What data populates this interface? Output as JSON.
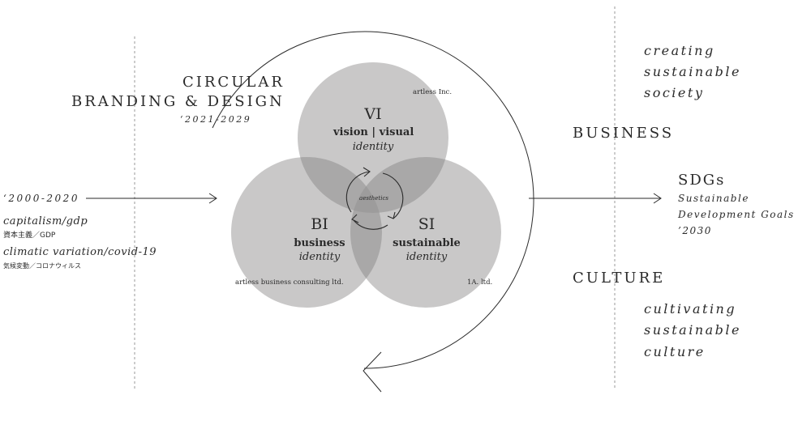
{
  "colors": {
    "ink": "#2a2a2a",
    "circle_fill": "#c9c8c8",
    "overlap_fill": "#a9a8a8",
    "center_fill": "#9d9c9c",
    "guide": "#9a9a9a"
  },
  "title": {
    "line1": "CIRCULAR",
    "line2": "BRANDING & DESIGN",
    "period": "‘2021-2029"
  },
  "past": {
    "period": "‘2000-2020",
    "item1_en": "capitalism/gdp",
    "item1_ja": "資本主義／GDP",
    "item2_en": "climatic variation/covid-19",
    "item2_ja": "気候変動／コロナウィルス"
  },
  "venn": {
    "vi": {
      "abbr": "VI",
      "line1": "vision | visual",
      "line2": "identity",
      "company": "artless Inc."
    },
    "bi": {
      "abbr": "BI",
      "line1": "business",
      "line2": "identity",
      "company": "artless business consulting ltd."
    },
    "si": {
      "abbr": "SI",
      "line1": "sustainable",
      "line2": "identity",
      "company": "1A. ltd."
    },
    "center": "aesthetics"
  },
  "outcomes": {
    "business_top": [
      "creating",
      "sustainable",
      "society"
    ],
    "business": "BUSINESS",
    "sdgs": "SDGs",
    "sdgs_lines": [
      "Sustainable",
      "Development Goals",
      "’2030"
    ],
    "culture": "CULTURE",
    "culture_lines": [
      "cultivating",
      "sustainable",
      "culture"
    ]
  }
}
